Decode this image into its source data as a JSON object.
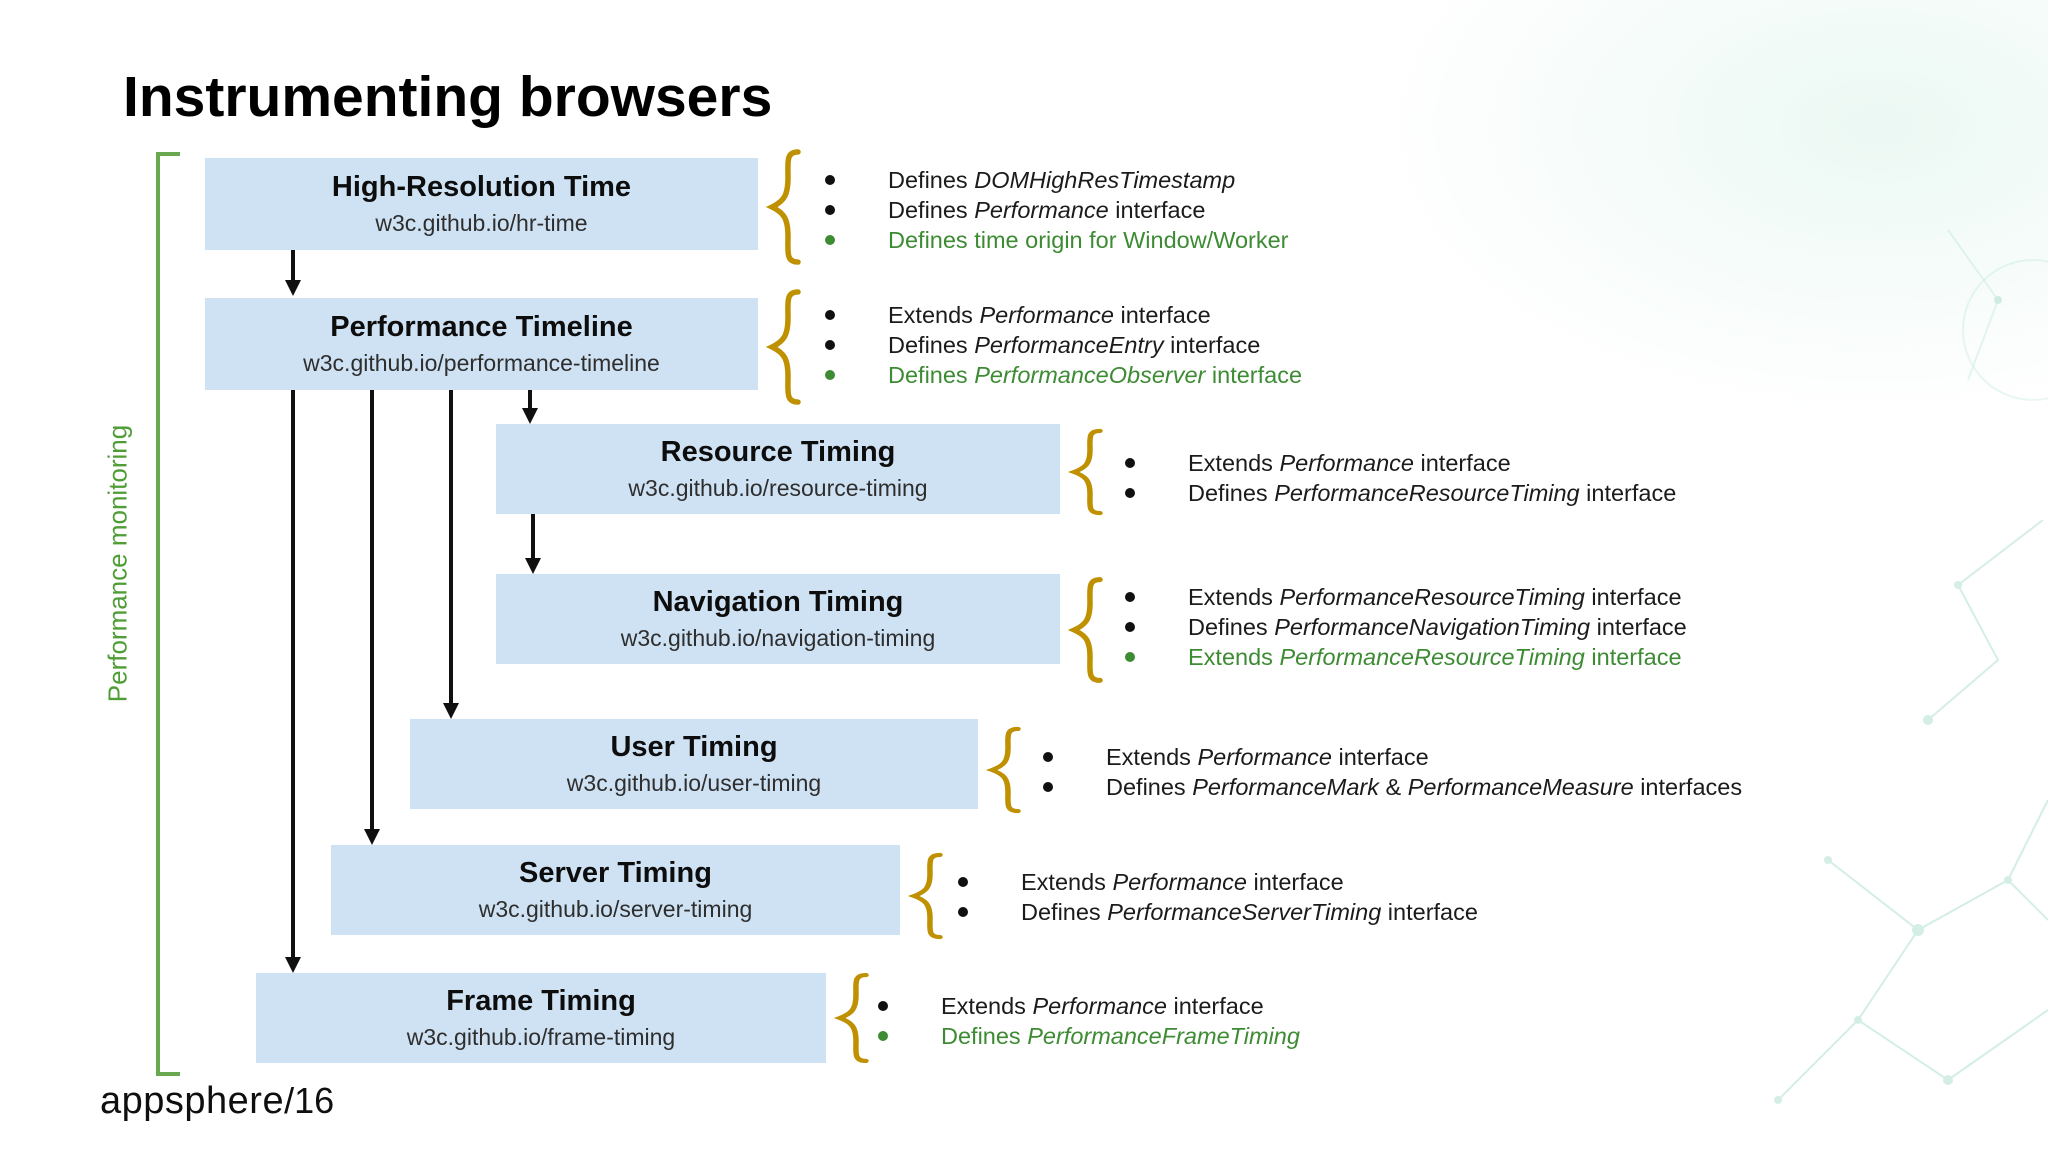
{
  "slide": {
    "title": "Instrumenting browsers"
  },
  "side_label": "Performance monitoring",
  "footer": {
    "brand": "appsphere",
    "page": "/16"
  },
  "colors": {
    "box_fill": "#cfe2f3",
    "green_text": "#3d8b33",
    "side_green": "#4f9d35",
    "green_bracket": "#6aa84f",
    "brace_gold": "#bf9000",
    "arrow_color": "#101010",
    "network_teal": "#8fd4c0"
  },
  "specs": [
    {
      "name": "High-Resolution Time",
      "url": "w3c.github.io/hr-time",
      "notes": [
        {
          "color": "black",
          "segments": [
            {
              "text": "Defines "
            },
            {
              "text": "DOMHighResTimestamp",
              "italic": true
            }
          ]
        },
        {
          "color": "black",
          "segments": [
            {
              "text": "Defines "
            },
            {
              "text": "Performance",
              "italic": true
            },
            {
              "text": " interface"
            }
          ]
        },
        {
          "color": "green",
          "segments": [
            {
              "text": "Defines time origin for Window/Worker"
            }
          ]
        }
      ]
    },
    {
      "name": "Performance Timeline",
      "url": "w3c.github.io/performance-timeline",
      "notes": [
        {
          "color": "black",
          "segments": [
            {
              "text": "Extends "
            },
            {
              "text": "Performance",
              "italic": true
            },
            {
              "text": " interface"
            }
          ]
        },
        {
          "color": "black",
          "segments": [
            {
              "text": "Defines "
            },
            {
              "text": "PerformanceEntry",
              "italic": true
            },
            {
              "text": " interface"
            }
          ]
        },
        {
          "color": "green",
          "segments": [
            {
              "text": "Defines "
            },
            {
              "text": "PerformanceObserver",
              "italic": true
            },
            {
              "text": " interface"
            }
          ]
        }
      ]
    },
    {
      "name": "Resource Timing",
      "url": "w3c.github.io/resource-timing",
      "notes": [
        {
          "color": "black",
          "segments": [
            {
              "text": "Extends "
            },
            {
              "text": "Performance",
              "italic": true
            },
            {
              "text": " interface"
            }
          ]
        },
        {
          "color": "black",
          "segments": [
            {
              "text": "Defines "
            },
            {
              "text": "PerformanceResourceTiming",
              "italic": true
            },
            {
              "text": " interface"
            }
          ]
        }
      ]
    },
    {
      "name": "Navigation Timing",
      "url": "w3c.github.io/navigation-timing",
      "notes": [
        {
          "color": "black",
          "segments": [
            {
              "text": "Extends "
            },
            {
              "text": "PerformanceResourceTiming",
              "italic": true
            },
            {
              "text": " interface"
            }
          ]
        },
        {
          "color": "black",
          "segments": [
            {
              "text": "Defines "
            },
            {
              "text": "PerformanceNavigationTiming",
              "italic": true
            },
            {
              "text": " interface"
            }
          ]
        },
        {
          "color": "green",
          "segments": [
            {
              "text": "Extends "
            },
            {
              "text": "PerformanceResourceTiming",
              "italic": true
            },
            {
              "text": " interface"
            }
          ]
        }
      ]
    },
    {
      "name": "User Timing",
      "url": "w3c.github.io/user-timing",
      "notes": [
        {
          "color": "black",
          "segments": [
            {
              "text": "Extends "
            },
            {
              "text": "Performance",
              "italic": true
            },
            {
              "text": " interface"
            }
          ]
        },
        {
          "color": "black",
          "segments": [
            {
              "text": "Defines "
            },
            {
              "text": "PerformanceMark",
              "italic": true
            },
            {
              "text": " & "
            },
            {
              "text": "PerformanceMeasure",
              "italic": true
            },
            {
              "text": " interfaces"
            }
          ]
        }
      ]
    },
    {
      "name": "Server Timing",
      "url": "w3c.github.io/server-timing",
      "notes": [
        {
          "color": "black",
          "segments": [
            {
              "text": "Extends "
            },
            {
              "text": "Performance",
              "italic": true
            },
            {
              "text": " interface"
            }
          ]
        },
        {
          "color": "black",
          "segments": [
            {
              "text": "Defines "
            },
            {
              "text": "PerformanceServerTiming",
              "italic": true
            },
            {
              "text": " interface"
            }
          ]
        }
      ]
    },
    {
      "name": "Frame Timing",
      "url": "w3c.github.io/frame-timing",
      "notes": [
        {
          "color": "black",
          "segments": [
            {
              "text": "Extends "
            },
            {
              "text": "Performance",
              "italic": true
            },
            {
              "text": " interface"
            }
          ]
        },
        {
          "color": "green",
          "segments": [
            {
              "text": "Defines "
            },
            {
              "text": "PerformanceFrameTiming",
              "italic": true
            }
          ]
        }
      ]
    }
  ]
}
